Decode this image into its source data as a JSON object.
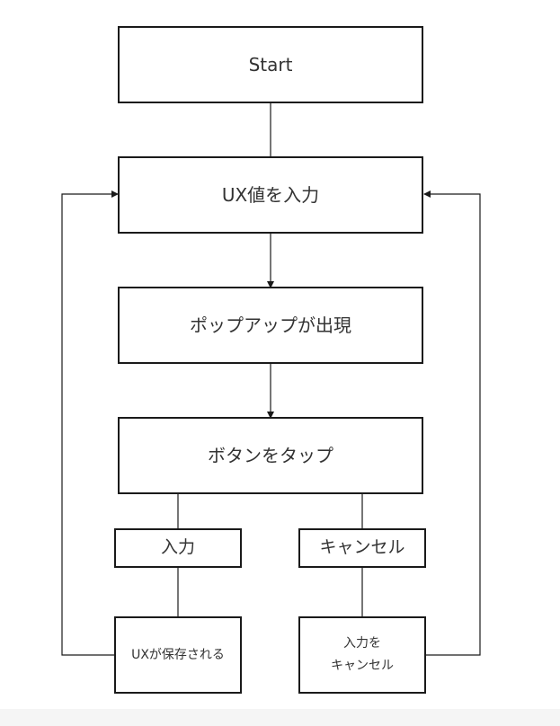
{
  "diagram": {
    "nodes": {
      "start": "Start",
      "ux_input": "UX値を入力",
      "popup": "ポップアップが出現",
      "tap_button": "ボタンをタップ",
      "input_option": "入力",
      "cancel_option": "キャンセル",
      "ux_saved": "UXが保存される",
      "cancel_input_line1": "入力を",
      "cancel_input_line2": "キャンセル"
    }
  },
  "colors": {
    "stroke": "#1a1a1a",
    "text": "#333333",
    "background": "#ffffff"
  }
}
